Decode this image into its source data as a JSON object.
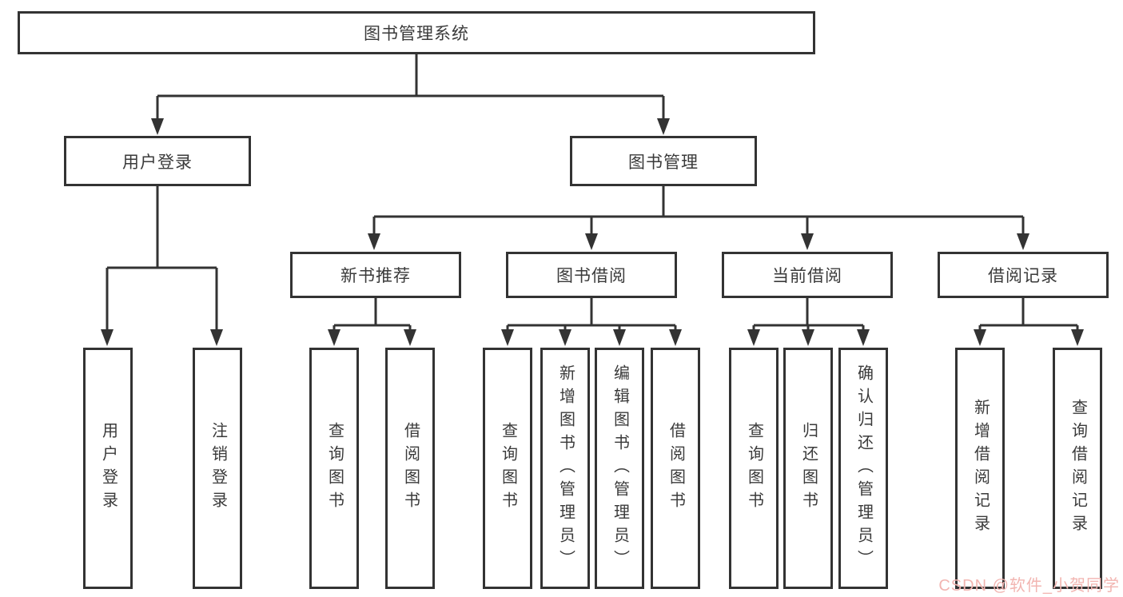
{
  "colors": {
    "line": "#333333",
    "text": "#3a3a3a",
    "background": "#ffffff",
    "watermark": "#f2b5b1"
  },
  "watermark": {
    "text": "CSDN @软件_小贺同学",
    "color": "#f2b5b1"
  },
  "tree": {
    "root": {
      "label": "图书管理系统"
    },
    "level2": [
      {
        "label": "用户登录",
        "children": [
          {
            "label": "用户登录"
          },
          {
            "label": "注销登录"
          }
        ]
      },
      {
        "label": "图书管理",
        "children": [
          {
            "label": "新书推荐",
            "children": [
              {
                "label": "查询图书"
              },
              {
                "label": "借阅图书"
              }
            ]
          },
          {
            "label": "图书借阅",
            "children": [
              {
                "label": "查询图书"
              },
              {
                "label": "新增图书（管理员）"
              },
              {
                "label": "编辑图书（管理员）"
              },
              {
                "label": "借阅图书"
              }
            ]
          },
          {
            "label": "当前借阅",
            "children": [
              {
                "label": "查询图书"
              },
              {
                "label": "归还图书"
              },
              {
                "label": "确认归还（管理员）"
              }
            ]
          },
          {
            "label": "借阅记录",
            "children": [
              {
                "label": "新增借阅记录"
              },
              {
                "label": "查询借阅记录"
              }
            ]
          }
        ]
      }
    ]
  }
}
